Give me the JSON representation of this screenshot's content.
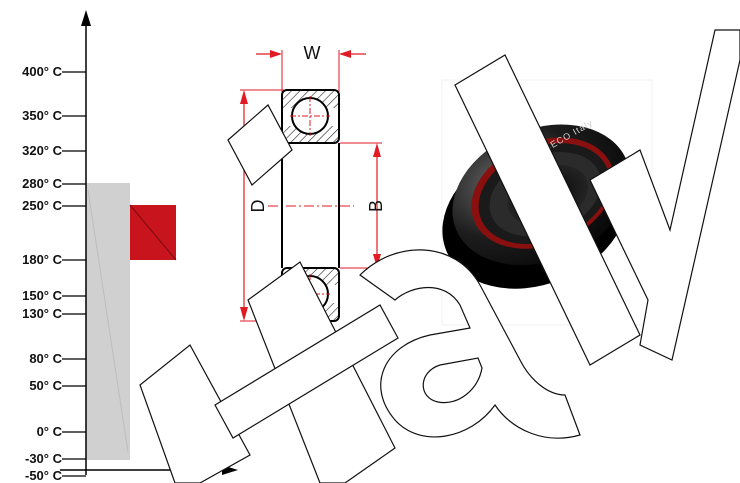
{
  "temperature_scale": {
    "labels": [
      "400° C",
      "350° C",
      "320° C",
      "280° C",
      "250° C",
      "180° C",
      "150° C",
      "130° C",
      "80° C",
      "50° C",
      "0° C",
      "-30° C",
      "-50° C"
    ],
    "range_bar_color": "#d0d0d0",
    "highlight_color": "#c8141c"
  },
  "dimensions": {
    "width_label": "W",
    "outer_diameter_label": "D",
    "bore_label": "B",
    "dimension_line_color": "#e01b24"
  },
  "bearing_render": {
    "ring_color": "#111111",
    "seal_color": "#8a1010",
    "brand_text": "BECO Italy"
  },
  "watermark": {
    "text": "italy",
    "color": "#111111"
  }
}
